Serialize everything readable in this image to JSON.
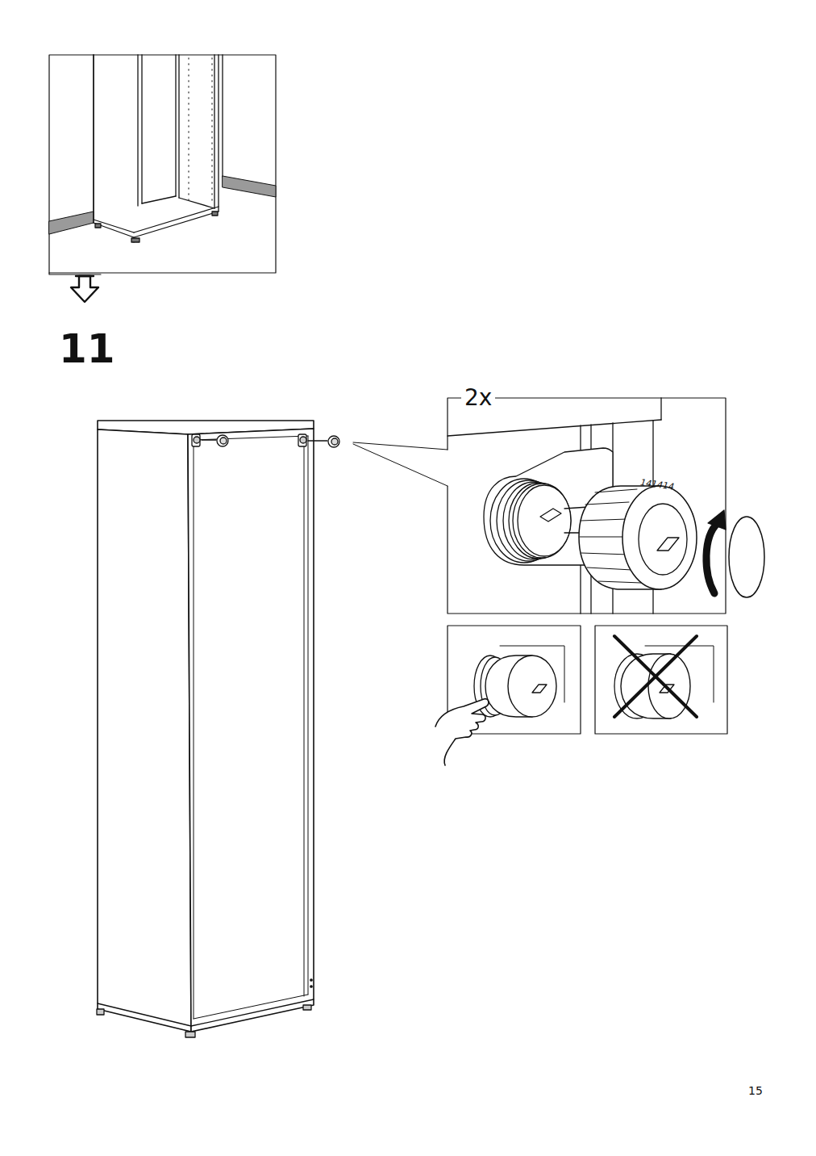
{
  "diagram": {
    "labels": [
      "11",
      "2x",
      "141414",
      "15"
    ]
  }
}
